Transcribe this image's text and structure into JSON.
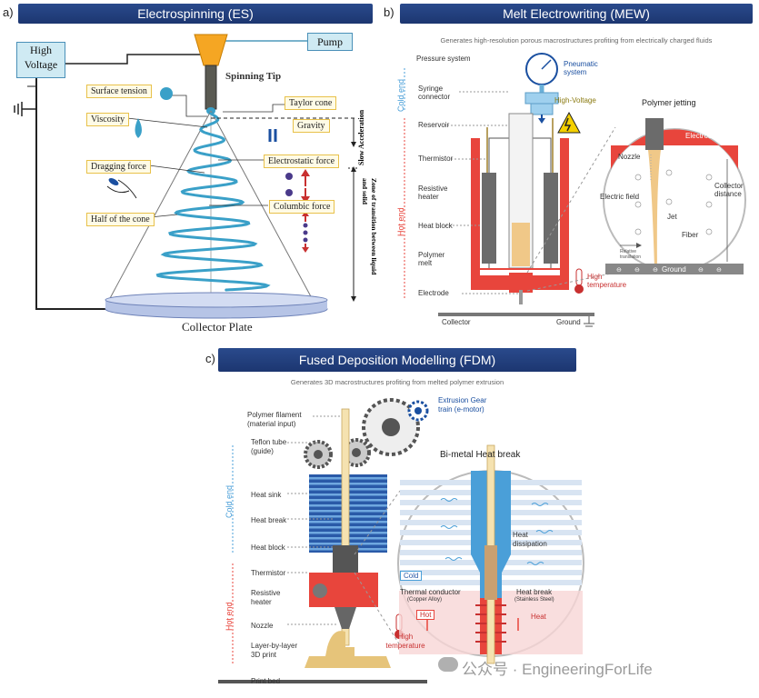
{
  "panel_a": {
    "letter": "a)",
    "title": "Electrospinning (ES)",
    "high_voltage": "High Voltage",
    "pump": "Pump",
    "spinning_tip": "Spinning Tip",
    "surface_tension": "Surface tension",
    "taylor_cone": "Taylor cone",
    "viscosity": "Viscosity",
    "gravity": "Gravity",
    "dragging_force": "Dragging force",
    "electrostatic_force": "Electrostatic force",
    "columbic_force": "Columbic force",
    "half_cone": "Half of the cone",
    "slow_acceleration": "Slow Acceleration",
    "zone_transition": "Zone of transition between liquid and solid",
    "collector_plate": "Collector Plate"
  },
  "panel_b": {
    "letter": "b)",
    "title": "Melt Electrowriting (MEW)",
    "subtitle": "Generates high-resolution porous macrostructures profiting from electrically charged fluids",
    "pressure_system": "Pressure system",
    "pneumatic_system": "Pneumatic system",
    "syringe_connector": "Syringe connector",
    "high_voltage": "High-Voltage",
    "reservoir": "Reservoir",
    "thermistor": "Thermistor",
    "resistive_heater": "Resistive heater",
    "heat_block": "Heat block",
    "polymer_melt": "Polymer melt",
    "electrode": "Electrode",
    "collector": "Collector",
    "ground": "Ground",
    "cold_end": "Cold end",
    "hot_end": "Hot end",
    "high_temperature": "High temperature",
    "polymer_jetting": "Polymer jetting",
    "zoom_electrode": "Electrode",
    "nozzle": "Nozzle",
    "electric_field": "Electric field",
    "jet": "Jet",
    "fiber": "Fiber",
    "collector_distance": "Collector distance",
    "relative_translation": "Relative translation",
    "zoom_ground": "Ground"
  },
  "panel_c": {
    "letter": "c)",
    "title": "Fused Deposition Modelling (FDM)",
    "subtitle": "Generates 3D macrostructures profiting from melted polymer extrusion",
    "polymer_filament": "Polymer filament (material input)",
    "extrusion_gear": "Extrusion Gear train (e-motor)",
    "teflon_tube": "Teflon tube (guide)",
    "heat_sink": "Heat sink",
    "heat_break": "Heat break",
    "heat_block": "Heat block",
    "thermistor": "Thermistor",
    "resistive_heater": "Resistive heater",
    "nozzle": "Nozzle",
    "layer_print": "Layer-by-layer 3D print",
    "print_bed": "Print bed",
    "cold_end": "Cold end",
    "hot_end": "Hot end",
    "high_temperature": "High temperature",
    "bimetal_title": "Bi-metal Heat break",
    "heat_dissipation": "Heat dissipation",
    "cold": "Cold",
    "hot": "Hot",
    "heat": "Heat",
    "thermal_conductor": "Thermal conductor",
    "copper_alloy": "(Copper Alloy)",
    "heat_break_zoom": "Heat break",
    "stainless_steel": "(Stainless Steel)"
  },
  "watermark": "公众号 · EngineeringForLife",
  "colors": {
    "title_bar": "#1c3670",
    "hot": "#e8453c",
    "cold": "#4a9fd8",
    "box_border": "#e8c14a"
  }
}
